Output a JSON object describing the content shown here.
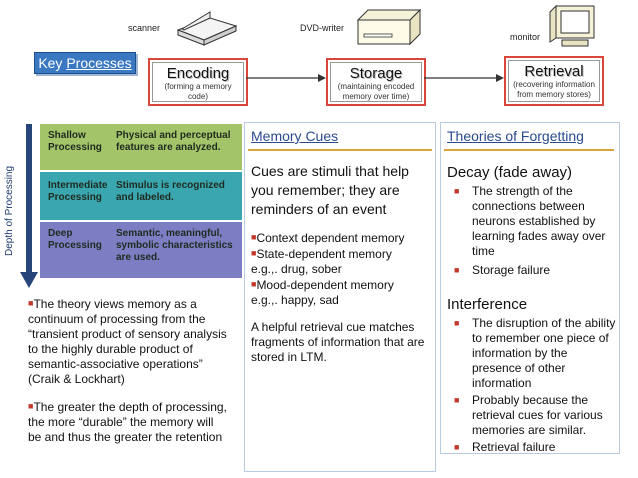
{
  "devices": {
    "scanner": "scanner",
    "dvd_writer": "DVD-writer",
    "monitor": "monitor"
  },
  "key_processes": {
    "word1": "Key",
    "word2": "Processes"
  },
  "processes": [
    {
      "title": "Encoding",
      "subtitle_line1": "(forming a memory",
      "subtitle_line2": "code)"
    },
    {
      "title": "Storage",
      "subtitle_line1": "(maintaining encoded",
      "subtitle_line2": "memory over time)"
    },
    {
      "title": "Retrieval",
      "subtitle_line1": "(recovering information",
      "subtitle_line2": "from memory stores)"
    }
  ],
  "depth_axis_label": "Depth of Processing",
  "levels": [
    {
      "name_line1": "Shallow",
      "name_line2": "Processing",
      "desc_line1": "Physical and perceptual",
      "desc_line2": "features are analyzed.",
      "desc_line3": "",
      "color": "#a4c46a"
    },
    {
      "name_line1": "Intermediate",
      "name_line2": "Processing",
      "desc_line1": "Stimulus is recognized",
      "desc_line2": "and labeled.",
      "desc_line3": "",
      "color": "#3aa7b0"
    },
    {
      "name_line1": "Deep",
      "name_line2": "Processing",
      "desc_line1": "Semantic, meaningful,",
      "desc_line2": "symbolic characteristics",
      "desc_line3": "are used.",
      "color": "#7d7dc4"
    }
  ],
  "theory_text": {
    "p1": "The theory views memory as a continuum of processing from the “transient product of sensory analysis to the highly durable product of semantic-associative operations” (Craik & Lockhart)",
    "p2": "The greater the depth of processing, the more “durable” the memory will be and thus the greater the retention"
  },
  "memory_cues": {
    "heading": "Memory Cues",
    "intro": "Cues are stimuli that help you remember; they are reminders of an event",
    "b1": "Context dependent memory",
    "b2": "State-dependent memory",
    "b2_example": "e.g.,. drug, sober",
    "b3": "Mood-dependent memory",
    "b3_example": "e.g.,. happy, sad",
    "note": "A helpful retrieval cue matches fragments of information that are stored in LTM."
  },
  "forgetting": {
    "heading": "Theories of Forgetting",
    "decay_title": "Decay (fade away)",
    "decay_b1": "The strength of the connections between neurons established by learning fades away over time",
    "decay_b2": "Storage failure",
    "interference_title": "Interference",
    "int_b1": "The disruption of the ability to remember one piece of information by the presence of other information",
    "int_b2": "Probably because the retrieval cues for various memories are similar.",
    "int_b3": "Retrieval failure"
  },
  "colors": {
    "accent_blue": "#3a78c2",
    "box_border": "#d9463a",
    "bullet": "#c0392b",
    "arrow": "#26457a",
    "rule_gold": "#d9a53a"
  }
}
